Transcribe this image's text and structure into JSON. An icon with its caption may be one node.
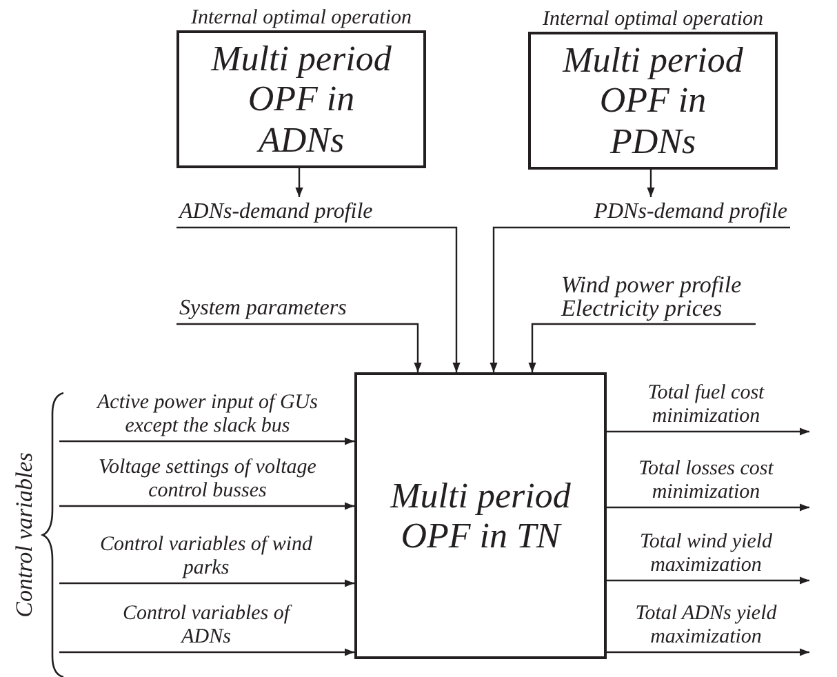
{
  "diagram": {
    "nodes": [
      {
        "text": [
          "Multi period OPF in ADNs"
        ],
        "beside": [
          "Internal optimal operation"
        ]
      },
      {
        "text": [
          "Multi period OPF in PDNs"
        ],
        "beside": [
          "Internal optimal operation"
        ]
      },
      {
        "text": [
          "ADNs-demand profile"
        ]
      },
      {
        "text": [
          "PDNs-demand profile"
        ]
      },
      {
        "text": [
          "System parameters"
        ]
      },
      {
        "text": [
          "Wind power profile Electricity prices"
        ]
      },
      {
        "text": [
          "Multi period OPF in TN"
        ]
      }
    ],
    "edges": [
      {
        "from": 0,
        "to": 2,
        "arrow": "to"
      },
      {
        "from": 1,
        "to": 3,
        "arrow": "to"
      },
      {
        "from": 2,
        "to": 6,
        "arrow": "to"
      },
      {
        "from": 3,
        "to": 6,
        "arrow": "to"
      },
      {
        "from": 4,
        "to": 6,
        "arrow": "to"
      },
      {
        "from": 5,
        "to": 6,
        "arrow": "to"
      },
      {
        "from": null,
        "to": 6,
        "arrow": "to",
        "label": "Active power input of GUs except the slack bus"
      },
      {
        "from": null,
        "to": 6,
        "arrow": "to",
        "label": "Voltage settings of voltage control busses"
      },
      {
        "from": null,
        "to": 6,
        "arrow": "to",
        "label": "Control variables of wind parks"
      },
      {
        "from": null,
        "to": 6,
        "arrow": "to",
        "label": "Control variables of ADNs"
      },
      {
        "from": 6,
        "to": null,
        "arrow": "to",
        "label": "Total fuel cost minimization"
      },
      {
        "from": 6,
        "to": null,
        "arrow": "to",
        "label": "Total losses cost minimization"
      },
      {
        "from": 6,
        "to": null,
        "arrow": "to",
        "label": "Total wind yield maximization"
      },
      {
        "from": 6,
        "to": null,
        "arrow": "to",
        "label": "Total ADNs yield maximization"
      }
    ],
    "labels": [
      "Control variables"
    ]
  }
}
